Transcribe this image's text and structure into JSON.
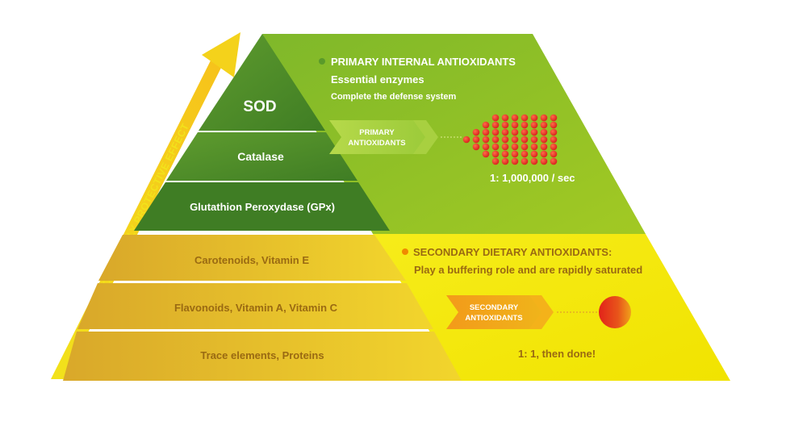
{
  "diagram": {
    "arrow_label": "INCREASINGLY PROTECTIVE EFFECT",
    "enzyme_levels": [
      {
        "label": "SOD"
      },
      {
        "label": "Catalase"
      },
      {
        "label": "Glutathion Peroxydase (GPx)"
      }
    ],
    "dietary_levels": [
      {
        "label": "Carotenoids, Vitamin E"
      },
      {
        "label": "Flavonoids, Vitamin A, Vitamin C"
      },
      {
        "label": "Trace elements, Proteins"
      }
    ],
    "primary": {
      "heading": "PRIMARY INTERNAL ANTIOXIDANTS",
      "line1": "Essential enzymes",
      "line2": "Complete the defense system",
      "badge_line1": "PRIMARY",
      "badge_line2": "ANTIOXIDANTS",
      "ratio": "1: 1,000,000 / sec"
    },
    "secondary": {
      "heading": "SECONDARY DIETARY ANTIOXIDANTS:",
      "line1": "Play a buffering role and are rapidly saturated",
      "badge_line1": "SECONDARY",
      "badge_line2": "ANTIOXIDANTS",
      "ratio": "1: 1, then done!"
    },
    "colors": {
      "green_dark": "#4f8f2a",
      "green_light": "#8fbf2a",
      "yellow_bright": "#f3e800",
      "gold": "#e3b92a",
      "text_brown": "#9a6a12",
      "text_white": "#ffffff",
      "text_dark_green": "#5a7a10",
      "orange": "#f08a00",
      "red": "#e2231a"
    }
  }
}
